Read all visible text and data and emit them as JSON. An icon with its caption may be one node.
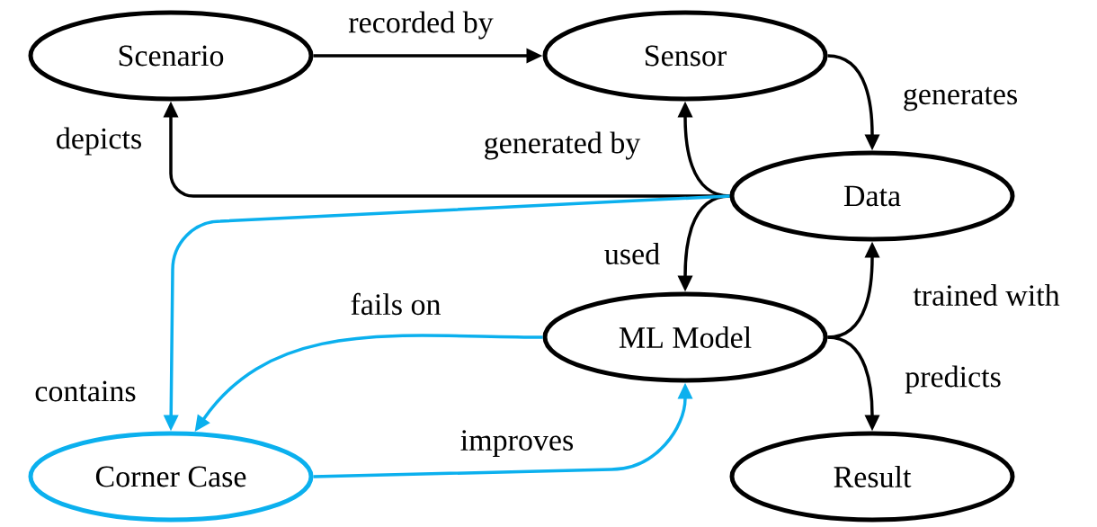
{
  "diagram": {
    "nodes": [
      {
        "text": [
          "Scenario"
        ]
      },
      {
        "text": [
          "Sensor"
        ]
      },
      {
        "text": [
          "Data"
        ]
      },
      {
        "text": [
          "ML Model"
        ]
      },
      {
        "text": [
          "Corner Case"
        ]
      },
      {
        "text": [
          "Result"
        ]
      }
    ],
    "edges": [
      {
        "from": 0,
        "to": 1,
        "arrow": "to",
        "label": "recorded by"
      },
      {
        "from": 1,
        "to": 2,
        "arrow": "to",
        "label": "generates"
      },
      {
        "from": 2,
        "to": 1,
        "arrow": "to",
        "label": "generated by"
      },
      {
        "from": 2,
        "to": 0,
        "arrow": "to",
        "label": "depicts"
      },
      {
        "from": 2,
        "to": 3,
        "arrow": "to",
        "label": "used"
      },
      {
        "from": 2,
        "to": 4,
        "arrow": "to",
        "label": "contains",
        "color": "#0bb0ee"
      },
      {
        "from": 3,
        "to": 4,
        "arrow": "to",
        "label": "fails on",
        "color": "#0bb0ee"
      },
      {
        "from": 4,
        "to": 3,
        "arrow": "to",
        "label": "improves",
        "color": "#0bb0ee"
      },
      {
        "from": 3,
        "to": 2,
        "arrow": "to",
        "label": "trained with"
      },
      {
        "from": 3,
        "to": 5,
        "arrow": "to",
        "label": "predicts"
      }
    ]
  }
}
